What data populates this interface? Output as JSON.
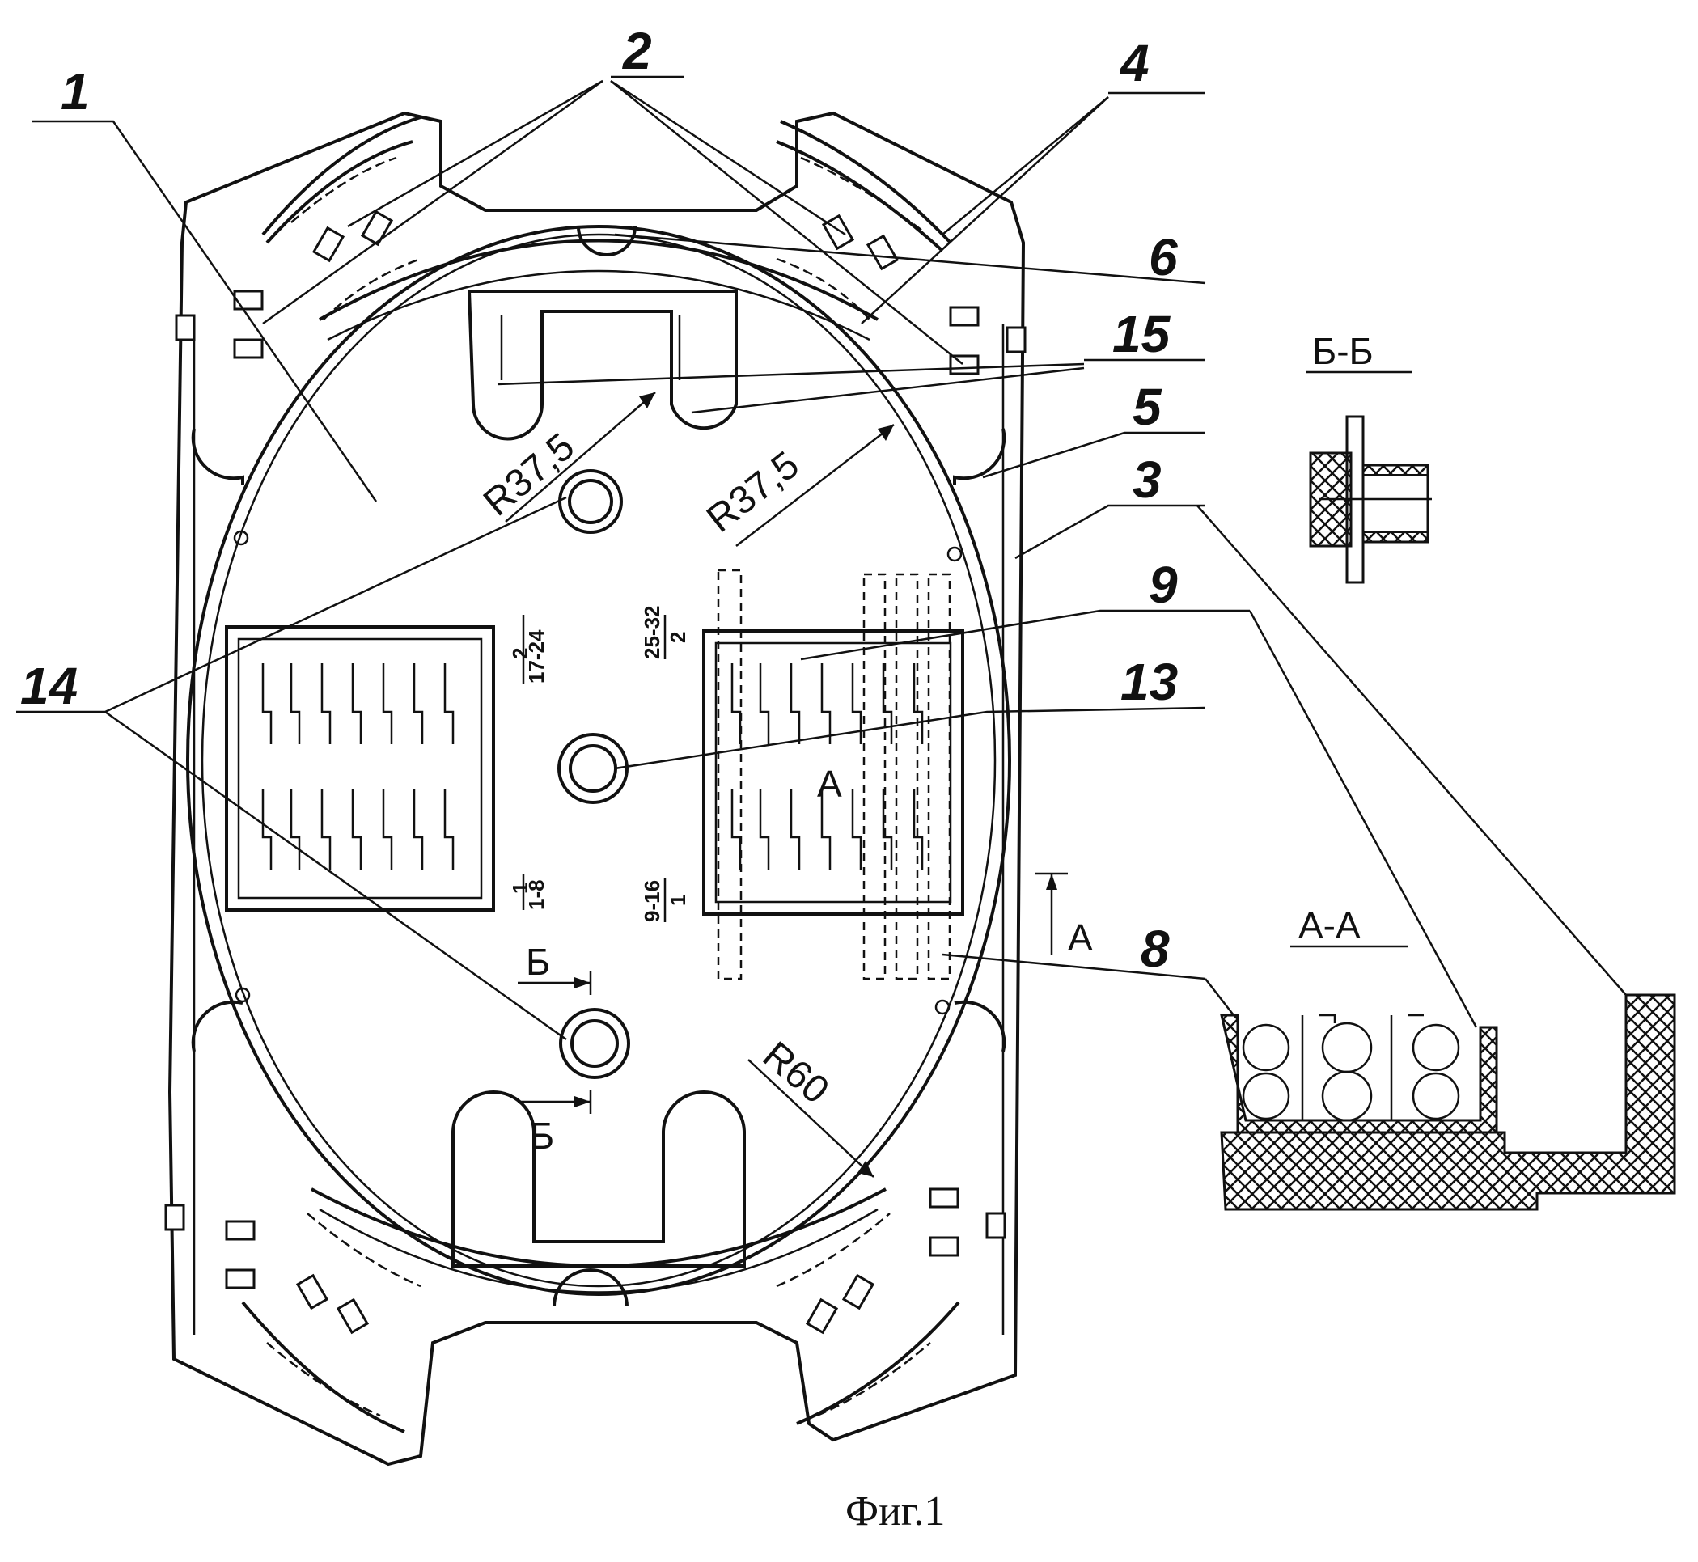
{
  "figure": {
    "caption": "Фиг.1",
    "part_labels": [
      "1",
      "2",
      "3",
      "4",
      "5",
      "6",
      "8",
      "9",
      "13",
      "14",
      "15"
    ],
    "dimensions": {
      "radius_left": "R37,5",
      "radius_right": "R37,5",
      "radius_large": "R60"
    },
    "slot_ranges": {
      "left_top": {
        "num": "17-24",
        "den": "2"
      },
      "left_bottom": {
        "num": "1-8",
        "den": "1"
      },
      "right_top": {
        "num": "25-32",
        "den": "2"
      },
      "right_bottom": {
        "num": "9-16",
        "den": "1"
      }
    },
    "section_markers": {
      "a_marker": "А",
      "b_marker_top": "Б",
      "b_marker_bottom": "Б",
      "a_inner": "А"
    },
    "section_titles": {
      "section_b": "Б-Б",
      "section_a": "А-А"
    }
  }
}
